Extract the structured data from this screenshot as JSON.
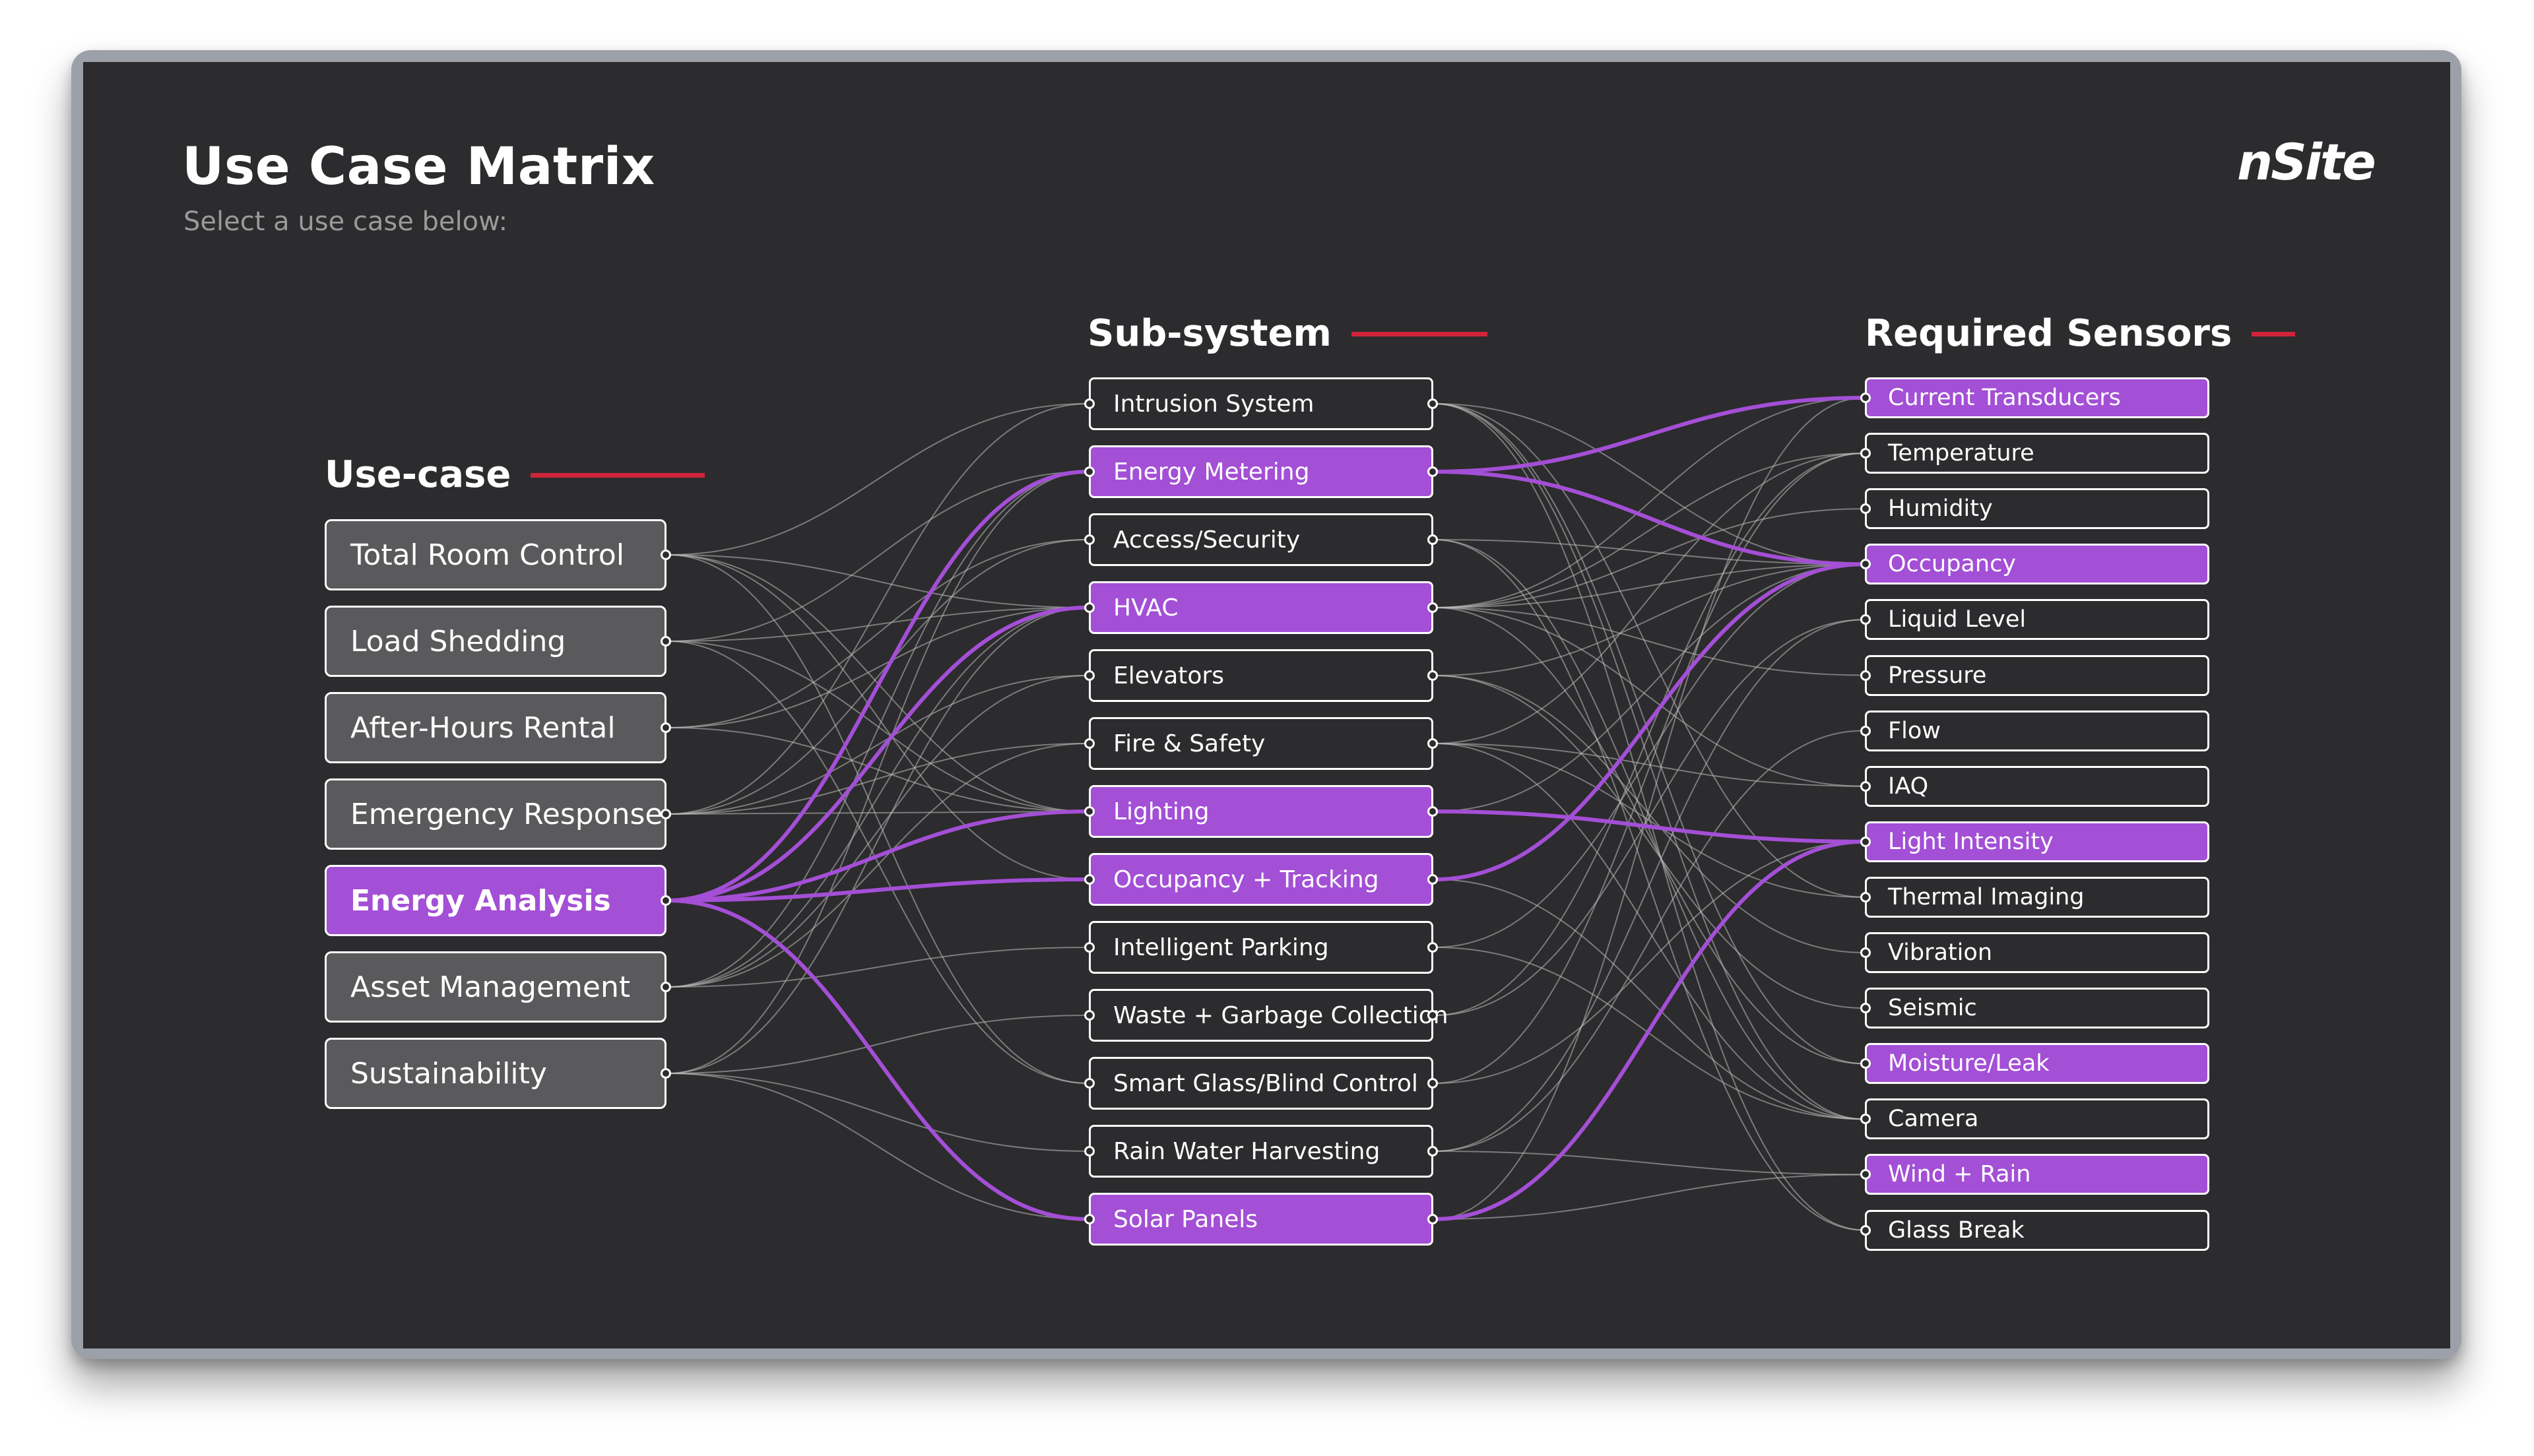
{
  "header": {
    "title": "Use Case Matrix",
    "subtitle": "Select a use case below:",
    "logo": "nSite"
  },
  "colors": {
    "background": "#2c2b2d",
    "accent_purple": "#a34fd6",
    "accent_red": "#d0243a",
    "node_gray": "#5a595b"
  },
  "columns": {
    "usecase": {
      "heading": "Use-case",
      "items": [
        {
          "label": "Total Room Control",
          "active": false
        },
        {
          "label": "Load Shedding",
          "active": false
        },
        {
          "label": "After-Hours Rental",
          "active": false
        },
        {
          "label": "Emergency Response",
          "active": false
        },
        {
          "label": "Energy Analysis",
          "active": true
        },
        {
          "label": "Asset Management",
          "active": false
        },
        {
          "label": "Sustainability",
          "active": false
        }
      ]
    },
    "subsystem": {
      "heading": "Sub-system",
      "items": [
        {
          "label": "Intrusion System",
          "active": false
        },
        {
          "label": "Energy Metering",
          "active": true
        },
        {
          "label": "Access/Security",
          "active": false
        },
        {
          "label": "HVAC",
          "active": true
        },
        {
          "label": "Elevators",
          "active": false
        },
        {
          "label": "Fire & Safety",
          "active": false
        },
        {
          "label": "Lighting",
          "active": true
        },
        {
          "label": "Occupancy + Tracking",
          "active": true
        },
        {
          "label": "Intelligent Parking",
          "active": false
        },
        {
          "label": "Waste + Garbage Collection",
          "active": false
        },
        {
          "label": "Smart Glass/Blind Control",
          "active": false
        },
        {
          "label": "Rain Water Harvesting",
          "active": false
        },
        {
          "label": "Solar Panels",
          "active": true
        }
      ]
    },
    "sensors": {
      "heading": "Required Sensors",
      "items": [
        {
          "label": "Current Transducers",
          "active": true
        },
        {
          "label": "Temperature",
          "active": false
        },
        {
          "label": "Humidity",
          "active": false
        },
        {
          "label": "Occupancy",
          "active": true
        },
        {
          "label": "Liquid Level",
          "active": false
        },
        {
          "label": "Pressure",
          "active": false
        },
        {
          "label": "Flow",
          "active": false
        },
        {
          "label": "IAQ",
          "active": false
        },
        {
          "label": "Light Intensity",
          "active": true
        },
        {
          "label": "Thermal Imaging",
          "active": false
        },
        {
          "label": "Vibration",
          "active": false
        },
        {
          "label": "Seismic",
          "active": false
        },
        {
          "label": "Moisture/Leak",
          "active": true
        },
        {
          "label": "Camera",
          "active": false
        },
        {
          "label": "Wind + Rain",
          "active": true
        },
        {
          "label": "Glass Break",
          "active": false
        }
      ]
    }
  },
  "links": {
    "usecase_to_subsystem": [
      [
        0,
        0
      ],
      [
        0,
        3
      ],
      [
        0,
        6
      ],
      [
        0,
        7
      ],
      [
        0,
        10
      ],
      [
        1,
        1
      ],
      [
        1,
        3
      ],
      [
        1,
        6
      ],
      [
        1,
        10
      ],
      [
        2,
        2
      ],
      [
        2,
        3
      ],
      [
        2,
        6
      ],
      [
        3,
        0
      ],
      [
        3,
        2
      ],
      [
        3,
        4
      ],
      [
        3,
        5
      ],
      [
        3,
        6
      ],
      [
        4,
        1
      ],
      [
        4,
        3
      ],
      [
        4,
        6
      ],
      [
        4,
        7
      ],
      [
        4,
        12
      ],
      [
        5,
        1
      ],
      [
        5,
        3
      ],
      [
        5,
        4
      ],
      [
        5,
        5
      ],
      [
        5,
        8
      ],
      [
        6,
        1
      ],
      [
        6,
        3
      ],
      [
        6,
        9
      ],
      [
        6,
        11
      ],
      [
        6,
        12
      ]
    ],
    "subsystem_to_sensor": [
      [
        0,
        3
      ],
      [
        0,
        9
      ],
      [
        0,
        12
      ],
      [
        0,
        13
      ],
      [
        0,
        15
      ],
      [
        1,
        0
      ],
      [
        1,
        3
      ],
      [
        2,
        3
      ],
      [
        2,
        13
      ],
      [
        2,
        15
      ],
      [
        3,
        0
      ],
      [
        3,
        1
      ],
      [
        3,
        2
      ],
      [
        3,
        3
      ],
      [
        3,
        7
      ],
      [
        3,
        5
      ],
      [
        3,
        12
      ],
      [
        4,
        10
      ],
      [
        4,
        11
      ],
      [
        4,
        3
      ],
      [
        5,
        1
      ],
      [
        5,
        9
      ],
      [
        5,
        7
      ],
      [
        5,
        13
      ],
      [
        6,
        8
      ],
      [
        6,
        3
      ],
      [
        7,
        3
      ],
      [
        7,
        13
      ],
      [
        8,
        13
      ],
      [
        8,
        3
      ],
      [
        9,
        4
      ],
      [
        9,
        1
      ],
      [
        10,
        8
      ],
      [
        10,
        1
      ],
      [
        11,
        4
      ],
      [
        11,
        14
      ],
      [
        11,
        6
      ],
      [
        12,
        8
      ],
      [
        12,
        14
      ],
      [
        12,
        0
      ]
    ]
  }
}
